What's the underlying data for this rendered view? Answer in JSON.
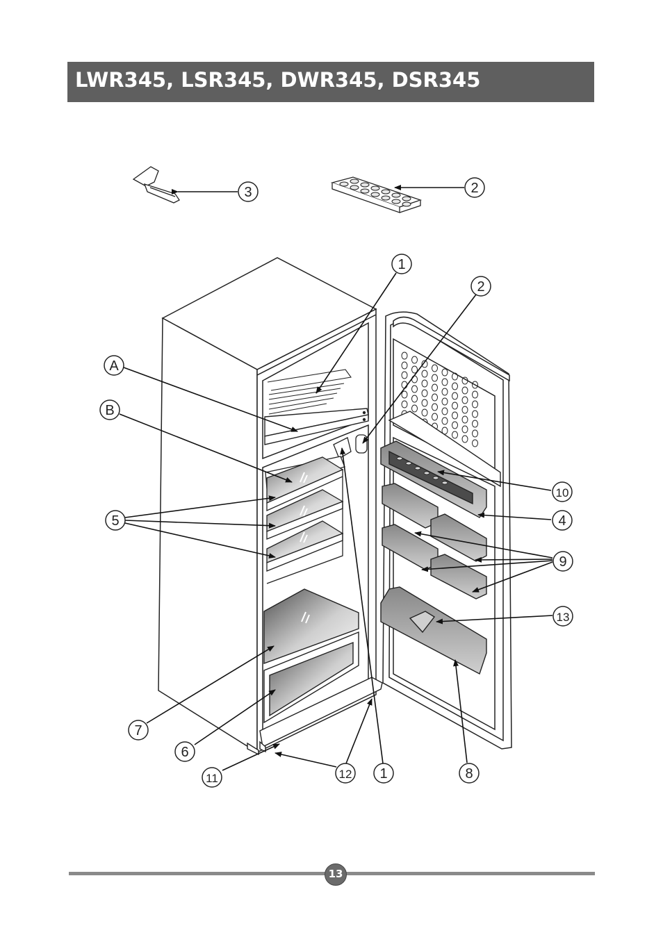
{
  "header": {
    "title": "LWR345, LSR345, DWR345, DSR345"
  },
  "callouts": {
    "c1_top": "1",
    "c2_top": "2",
    "c3": "3",
    "c2_door": "2",
    "cA": "A",
    "cB": "B",
    "c5": "5",
    "c10": "10",
    "c4": "4",
    "c9": "9",
    "c13": "13",
    "c7": "7",
    "c6": "6",
    "c11": "11",
    "c12": "12",
    "c1_bottom": "1",
    "c8": "8"
  },
  "footer": {
    "page_number": "13"
  },
  "colors": {
    "title_bar": "#5f5f5f",
    "footer_line": "#8a8a8a"
  }
}
